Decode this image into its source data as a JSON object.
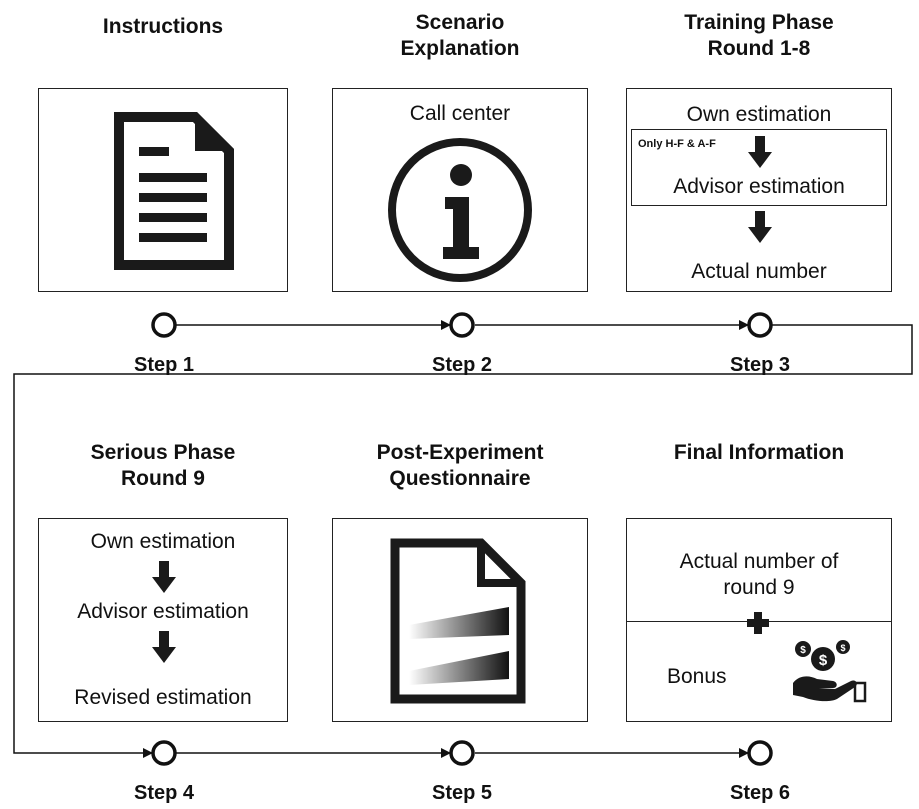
{
  "steps": {
    "s1": {
      "title": "Instructions",
      "label": "Step 1"
    },
    "s2": {
      "title_l1": "Scenario",
      "title_l2": "Explanation",
      "label": "Step 2",
      "box_text": "Call center"
    },
    "s3": {
      "title_l1": "Training Phase",
      "title_l2": "Round 1-8",
      "label": "Step 3",
      "own": "Own estimation",
      "only": "Only H-F & A-F",
      "advisor": "Advisor estimation",
      "actual": "Actual number"
    },
    "s4": {
      "title_l1": "Serious Phase",
      "title_l2": "Round 9",
      "label": "Step 4",
      "own": "Own estimation",
      "advisor": "Advisor estimation",
      "revised": "Revised estimation"
    },
    "s5": {
      "title_l1": "Post-Experiment",
      "title_l2": "Questionnaire",
      "label": "Step 5"
    },
    "s6": {
      "title": "Final Information",
      "label": "Step 6",
      "actual_l1": "Actual number of",
      "actual_l2": "round 9",
      "bonus": "Bonus"
    }
  },
  "icons": {
    "document": "document-icon",
    "info": "info-icon",
    "questionnaire": "questionnaire-document-icon",
    "bonus": "money-hand-icon"
  }
}
